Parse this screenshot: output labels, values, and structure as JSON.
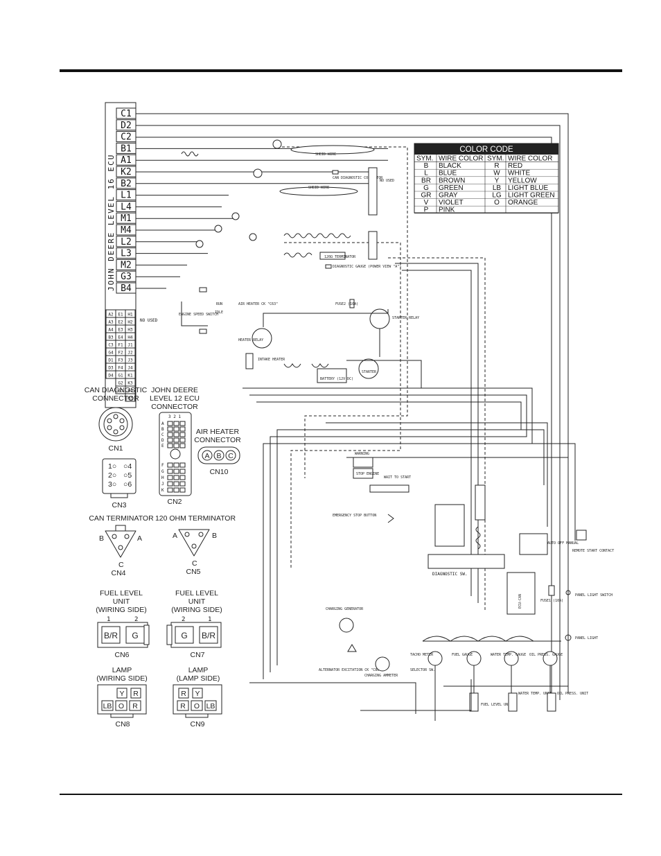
{
  "ecu_block": {
    "vertical_label": "JOHN DEERE LEVEL 16 ECU",
    "pins": [
      "C1",
      "D2",
      "C2",
      "B1",
      "A1",
      "K2",
      "B2",
      "L1",
      "L4",
      "M1",
      "M4",
      "L2",
      "L3",
      "M2",
      "G3",
      "B4"
    ],
    "grid_rows": [
      [
        "A2",
        "E1",
        "H1"
      ],
      [
        "A3",
        "E2",
        "H2"
      ],
      [
        "A4",
        "E3",
        "H3"
      ],
      [
        "B3",
        "E4",
        "H4"
      ],
      [
        "C3",
        "F1",
        "J1"
      ],
      [
        "G4",
        "F2",
        "J2"
      ],
      [
        "D1",
        "F3",
        "J3"
      ],
      [
        "D3",
        "F4",
        "J4"
      ],
      [
        "D4",
        "G1",
        "K1"
      ],
      [
        "",
        "G2",
        "K3"
      ],
      [
        "",
        "G3",
        "K4"
      ],
      [
        "",
        "",
        "M3"
      ]
    ],
    "not_used": "NO USED"
  },
  "color_code": {
    "title": "COLOR CODE",
    "headers": [
      "SYM.",
      "WIRE COLOR",
      "SYM.",
      "WIRE COLOR"
    ],
    "rows": [
      [
        "B",
        "BLACK",
        "R",
        "RED"
      ],
      [
        "L",
        "BLUE",
        "W",
        "WHITE"
      ],
      [
        "BR",
        "BROWN",
        "Y",
        "YELLOW"
      ],
      [
        "G",
        "GREEN",
        "LB",
        "LIGHT BLUE"
      ],
      [
        "GR",
        "GRAY",
        "LG",
        "LIGHT GREEN"
      ],
      [
        "V",
        "VIOLET",
        "O",
        "ORANGE"
      ],
      [
        "P",
        "PINK",
        "",
        ""
      ]
    ]
  },
  "schematic_labels": {
    "shield_wire_1": "SHEID WIRE",
    "shield_wire_2": "SHEID WIRE",
    "can_diag": "CAN DIAGNOSTIC CONNECTOR",
    "no_used": "NO USED",
    "terminator": "120Ω TERMINATOR",
    "diag_gauge": "DIAGNOSTIC GAUGE (POWER VIEW \"A\")",
    "engine_speed": "ENGINE SPEED SWITCH",
    "idle": "IDLE",
    "run": "RUN",
    "air_heater": "AIR HEATER CK \"C63\"",
    "heater_relay": "HEATER RELAY",
    "intake_heater": "INTAKE HEATER",
    "fuse": "FUSE2 (10A)",
    "starter_relay": "STARTER RELAY",
    "battery": "BATTERY (12V DC)",
    "starter": "STARTER",
    "warning": "WARNING",
    "stop_engine": "STOP ENGINE",
    "wait_to_start": "WAIT TO START",
    "emergency_stop": "EMERGENCY STOP BUTTON",
    "diagnostic_sw": "DIAGNOSTIC SW.",
    "auto_off_manual": "AUTO OFF MANUAL",
    "remote_start": "REMOTE START CONTACT",
    "ecu_can": "ECU-CAN",
    "fuse1": "FUSE1 (10A)",
    "panel_light_switch": "PANEL LIGHT SWITCH",
    "panel_light": "PANEL LIGHT",
    "charging_generator": "CHARGING GENERATOR",
    "alternator_excitation": "ALTERNATOR EXCITATION CK \"C86\"",
    "charging_ammeter": "CHARGING AMMETER",
    "tacho_meter": "TACHO METER",
    "fuel_gauge": "FUEL GAUGE",
    "water_temp_gauge": "WATER TEMP. GAUGE",
    "oil_press_gauge": "OIL PRESS. GAUGE",
    "selector": "SELECTOR SW.",
    "fuel_level_unit": "FUEL LEVEL UNIT",
    "water_temp_unit": "WATER TEMP. UNIT",
    "oil_press_unit": "OIL PRESS. UNIT"
  },
  "connectors": {
    "cn1": {
      "title": "CAN DIAGNOSTIC CONNECTOR",
      "id": "CN1"
    },
    "cn2": {
      "title": "JOHN DEERE LEVEL 12 ECU CONNECTOR",
      "id": "CN2",
      "cols": "3 2 1",
      "rows_top": [
        "A",
        "B",
        "C",
        "D",
        "E"
      ],
      "rows_bottom": [
        "F",
        "G",
        "H",
        "J",
        "K"
      ]
    },
    "cn10": {
      "title": "AIR HEATER CONNECTOR",
      "id": "CN10",
      "pins": [
        "A",
        "B",
        "C"
      ]
    },
    "cn3": {
      "id": "CN3",
      "pins": [
        "1○",
        "2○",
        "3○",
        "○4",
        "○5",
        "○6"
      ]
    },
    "cn4": {
      "title": "CAN TERMINATOR",
      "id": "CN4",
      "pins": [
        "B",
        "A",
        "C"
      ]
    },
    "cn5": {
      "title": "120 OHM TERMINATOR",
      "id": "CN5",
      "pins": [
        "A",
        "B",
        "C"
      ]
    },
    "cn6": {
      "title": "FUEL LEVEL UNIT (WIRING SIDE)",
      "id": "CN6",
      "nums": [
        "1",
        "2"
      ],
      "pins": [
        "B/R",
        "G"
      ]
    },
    "cn7": {
      "title": "FUEL LEVEL UNIT (WIRING SIDE)",
      "id": "CN7",
      "nums": [
        "2",
        "1"
      ],
      "pins": [
        "G",
        "B/R"
      ]
    },
    "cn8": {
      "title": "LAMP (WIRING SIDE)",
      "id": "CN8",
      "top": [
        "Y",
        "R"
      ],
      "bottom": [
        "LB",
        "O",
        "R"
      ]
    },
    "cn9": {
      "title": "LAMP (LAMP SIDE)",
      "id": "CN9",
      "top": [
        "R",
        "Y"
      ],
      "bottom": [
        "R",
        "O",
        "LB"
      ]
    }
  }
}
